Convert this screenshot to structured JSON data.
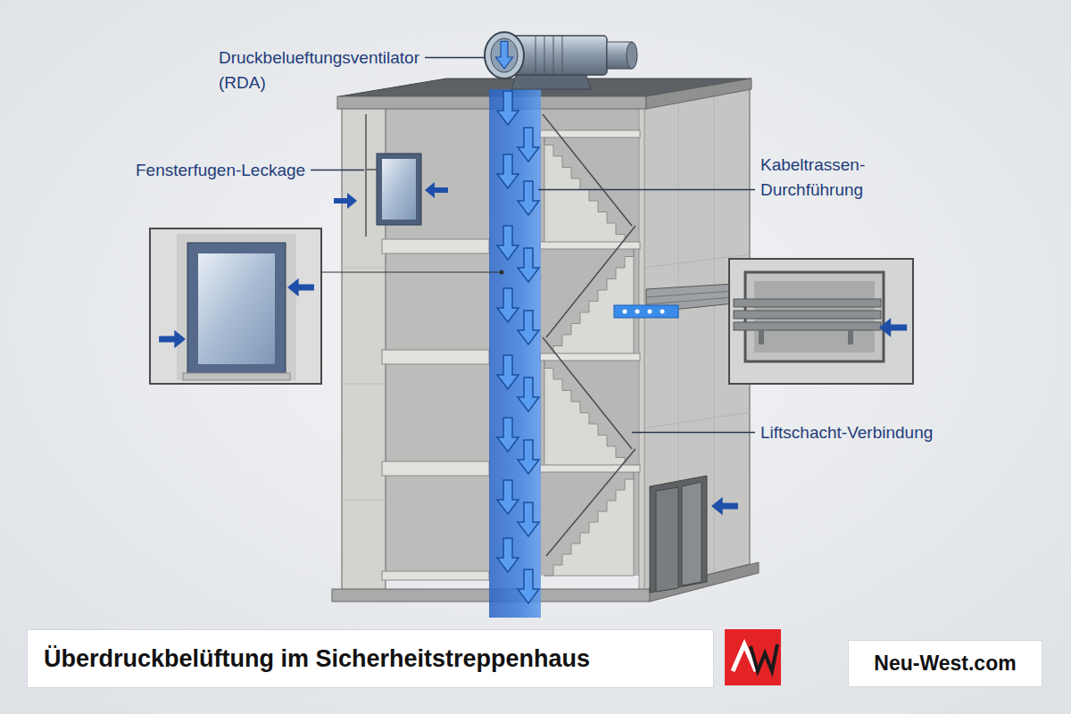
{
  "diagram": {
    "title": "Überdruckbelüftung im Sicherheitstreppenhaus",
    "nodes": [
      {
        "text": [
          "Neu-West.com"
        ]
      }
    ],
    "labels": [
      "Druckbelueftungsventilator (RDA)",
      "Fensterfugen-Leckage",
      "Kabeltrassen- Durchführung",
      "Liftschacht-Verbindung"
    ]
  }
}
